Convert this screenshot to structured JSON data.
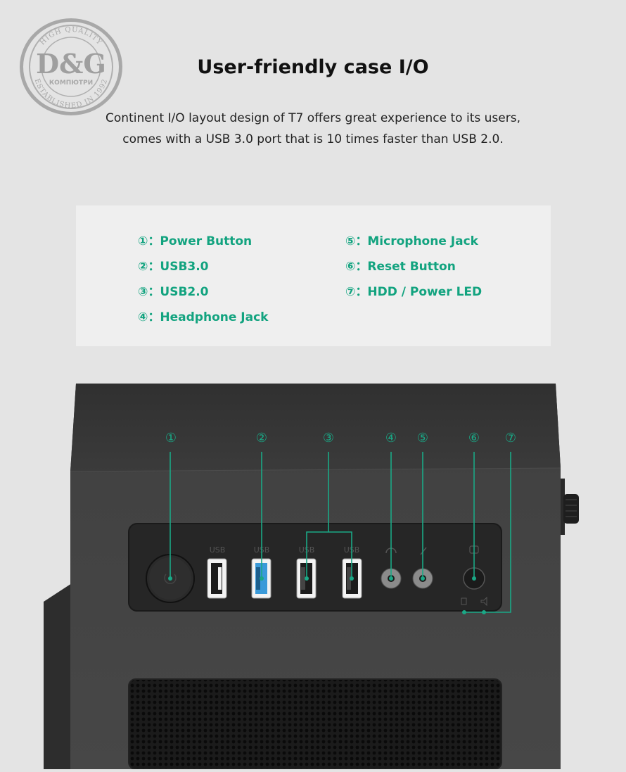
{
  "logo": {
    "text": "D&G",
    "ring_top": "HIGH QUALITY",
    "ring_middle": "КОМПЮТРИ",
    "ring_bottom": "ESTABLISHED IN 1992"
  },
  "header": {
    "title": "User-friendly case I/O",
    "description_line1": "Continent I/O layout design of T7 offers great experience to its users,",
    "description_line2": "comes with a USB 3.0 port that is 10 times faster than USB 2.0."
  },
  "legend": {
    "items": [
      "①：Power Button",
      "②：USB3.0",
      "③：USB2.0",
      "④：Headphone Jack",
      "⑤：Microphone Jack",
      "⑥：Reset Button",
      "⑦：HDD / Power LED"
    ]
  },
  "callouts": [
    "①",
    "②",
    "③",
    "④",
    "⑤",
    "⑥",
    "⑦"
  ],
  "ports": {
    "usb_label": "USB"
  },
  "colors": {
    "accent": "#12a37f",
    "background": "#e4e4e4",
    "panel": "#efefef",
    "case": "#3f3f3f",
    "io_panel": "#262626",
    "usb3_blue": "#3a9ad9"
  }
}
